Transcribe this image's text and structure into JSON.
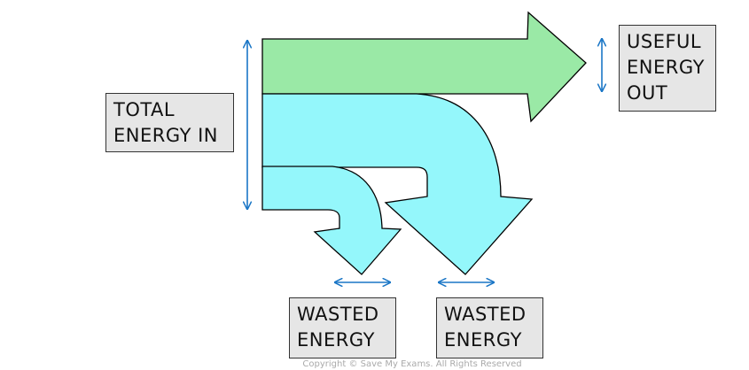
{
  "labels": {
    "total_in": [
      "TOTAL",
      "ENERGY IN"
    ],
    "useful_out": [
      "USEFUL",
      "ENERGY",
      "OUT"
    ],
    "wasted_1": [
      "WASTED",
      "ENERGY"
    ],
    "wasted_2": [
      "WASTED",
      "ENERGY"
    ]
  },
  "copyright": "Copyright © Save My Exams. All Rights Reserved",
  "colors": {
    "useful": "#9ae9a6",
    "wasted": "#94f7fb",
    "arrow": "#1a76c6",
    "outline": "#000000"
  }
}
